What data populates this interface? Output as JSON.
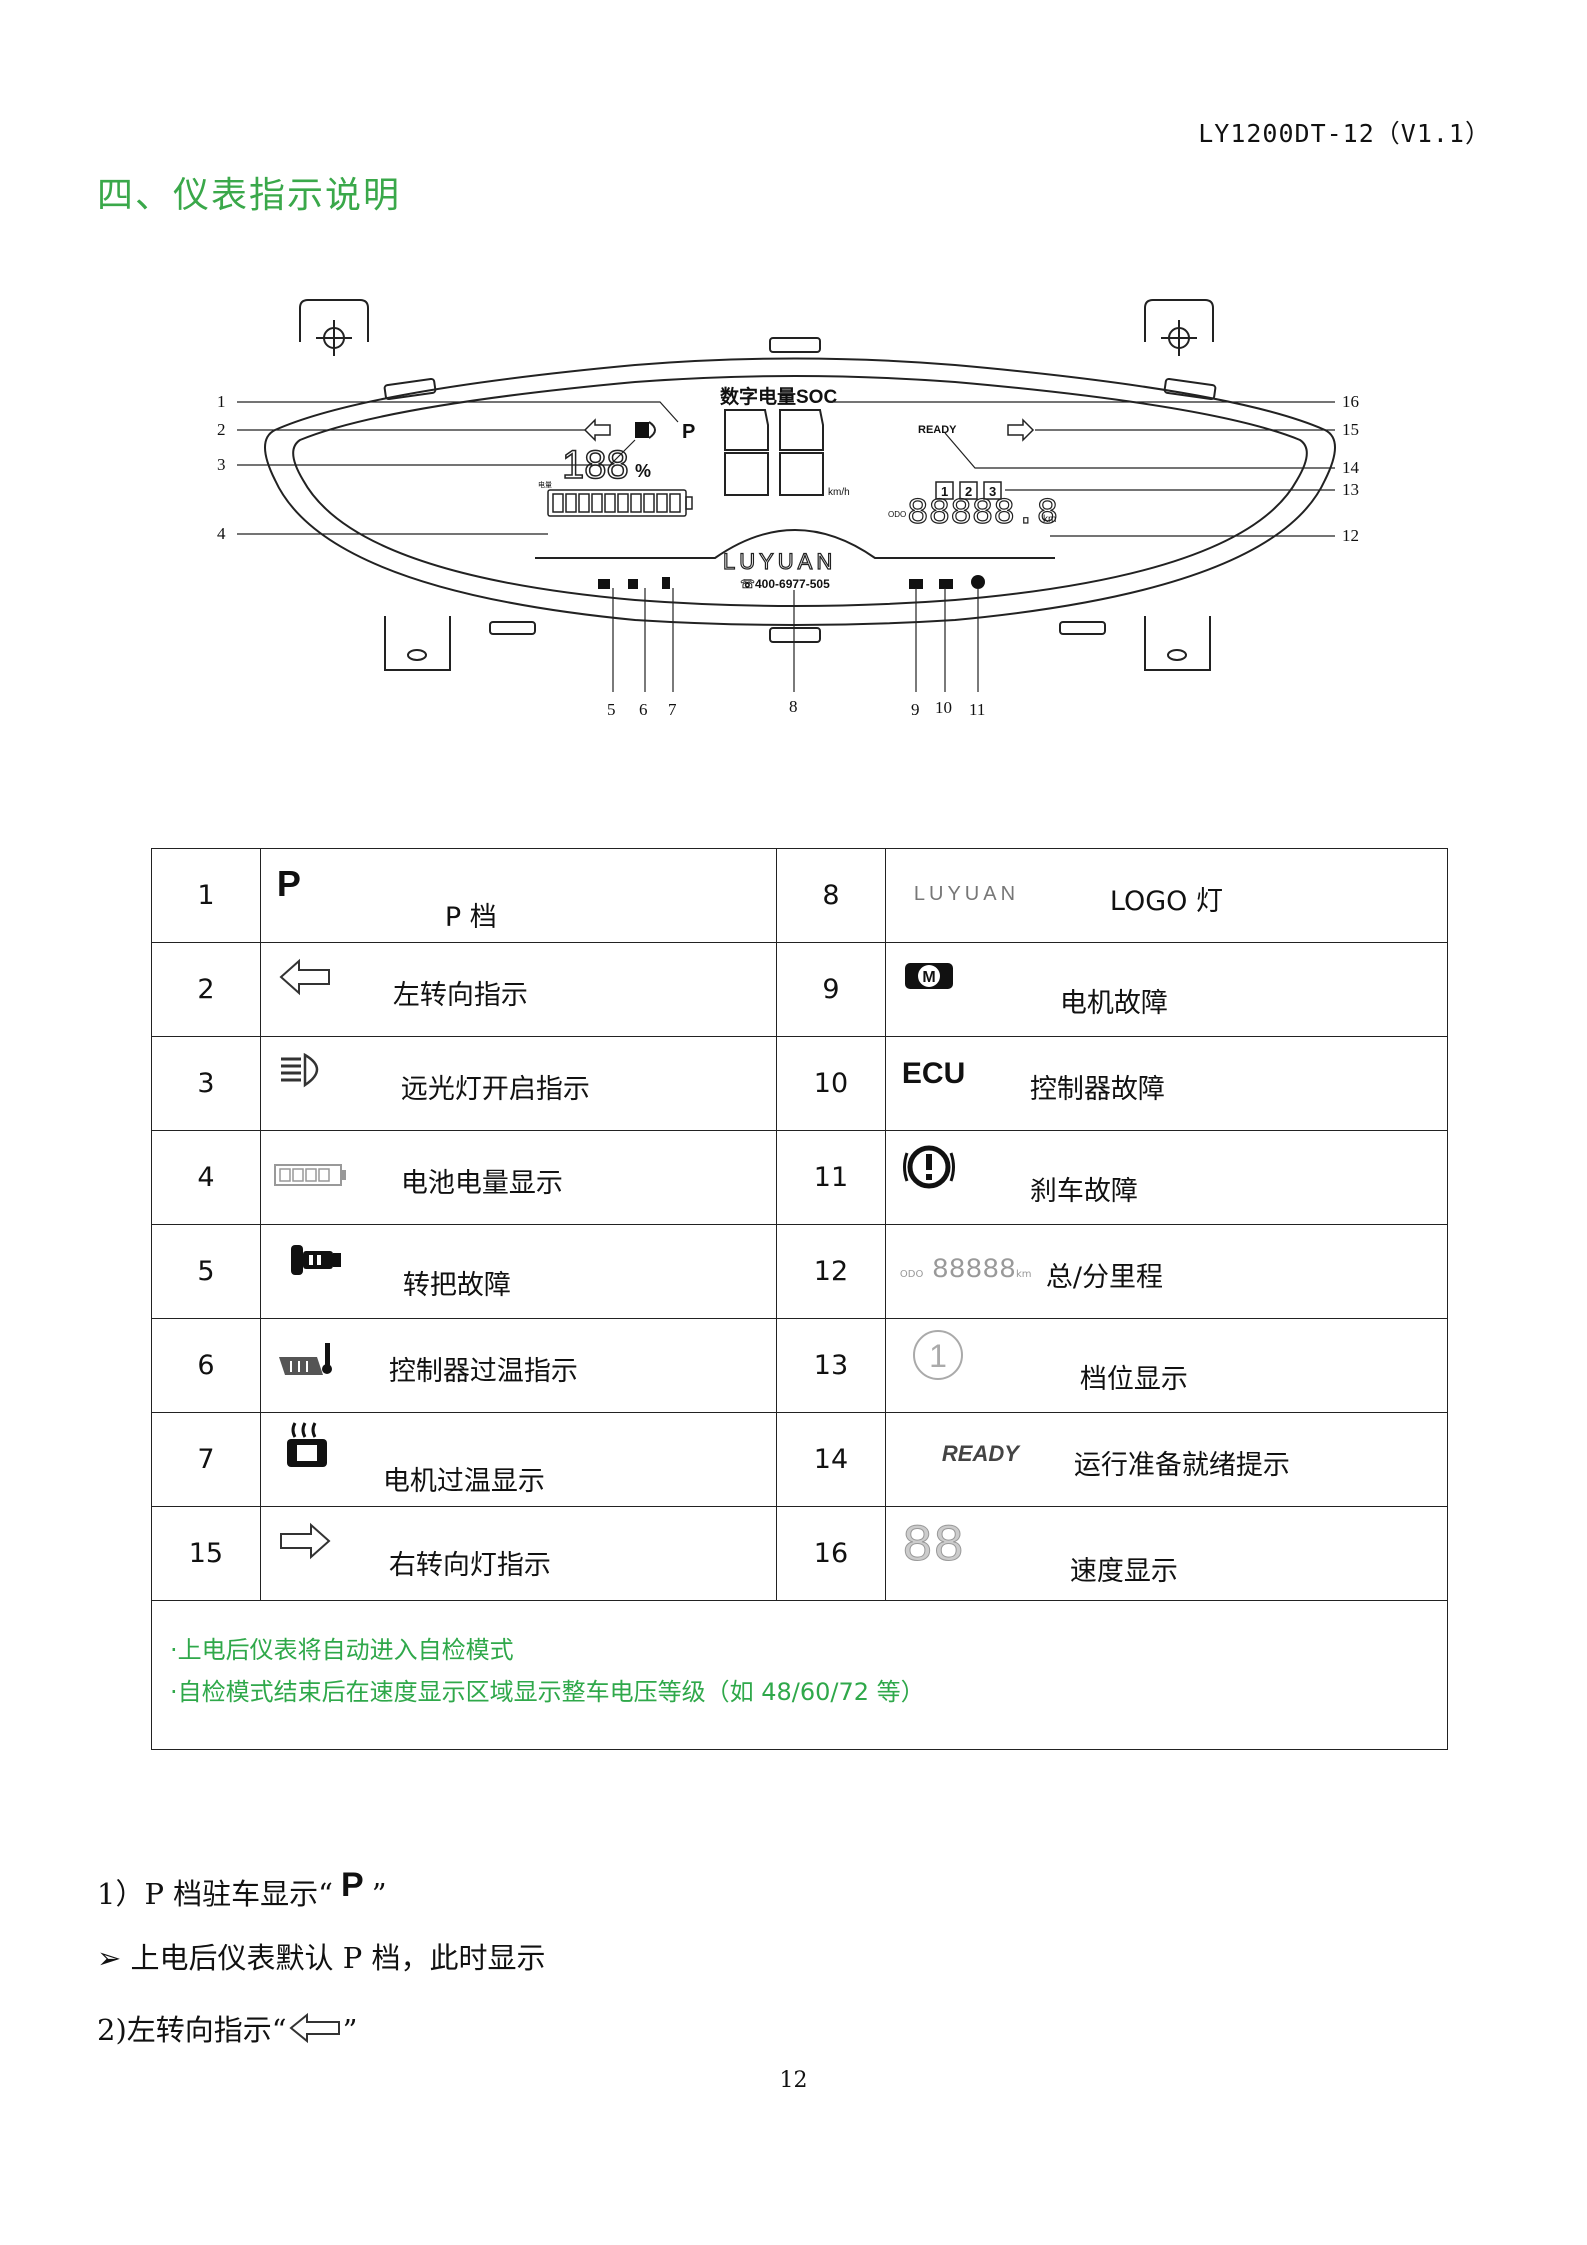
{
  "doc_id": "LY1200DT-12（V1.1）",
  "heading": "四、仪表指示说明",
  "diagram": {
    "callouts": [
      "1",
      "2",
      "3",
      "4",
      "5",
      "6",
      "7",
      "8",
      "9",
      "10",
      "11",
      "12",
      "13",
      "14",
      "15",
      "16"
    ],
    "soc_label": "数字电量SOC",
    "speed_unit": "km/h",
    "km_unit": "km",
    "odo_label": "ODO",
    "percent_value": "188",
    "percent_sign": "%",
    "logo": "LUYUAN",
    "phone": "☏400-6977-505",
    "ready": "READY",
    "gears": [
      "1",
      "2",
      "3"
    ],
    "p_symbol": "P",
    "battery_label": "电量"
  },
  "legend": {
    "rows": [
      {
        "left_num": "1",
        "left_label": "P 档",
        "right_num": "8",
        "right_label": "LOGO 灯"
      },
      {
        "left_num": "2",
        "left_label": "左转向指示",
        "right_num": "9",
        "right_label": "电机故障"
      },
      {
        "left_num": "3",
        "left_label": "远光灯开启指示",
        "right_num": "10",
        "right_label": "控制器故障"
      },
      {
        "left_num": "4",
        "left_label": "电池电量显示",
        "right_num": "11",
        "right_label": "刹车故障"
      },
      {
        "left_num": "5",
        "left_label": "转把故障",
        "right_num": "12",
        "right_label": "总/分里程"
      },
      {
        "left_num": "6",
        "left_label": "控制器过温指示",
        "right_num": "13",
        "right_label": "档位显示"
      },
      {
        "left_num": "7",
        "left_label": "电机过温显示",
        "right_num": "14",
        "right_label": "运行准备就绪提示"
      },
      {
        "left_num": "15",
        "left_label": "右转向灯指示",
        "right_num": "16",
        "right_label": "速度显示"
      }
    ],
    "icon_text": {
      "p": "P",
      "logo": "LUYUAN",
      "ecu": "ECU",
      "odo": "ODO",
      "odo_digits": "88888",
      "odo_unit": "km",
      "gear": "1",
      "ready": "READY",
      "speed": "88",
      "motor": "M"
    },
    "notes": [
      "·上电后仪表将自动进入自检模式",
      "·自检模式结束后在速度显示区域显示整车电压等级（如 48/60/72 等）"
    ]
  },
  "body": {
    "line1_prefix": "1）P 档驻车显示“",
    "line1_symbol": "P",
    "line1_suffix": "”",
    "line2": "➢   上电后仪表默认 P 档，此时显示",
    "line3_prefix": "2)左转向指示“",
    "line3_suffix": "”"
  },
  "page_number": "12"
}
